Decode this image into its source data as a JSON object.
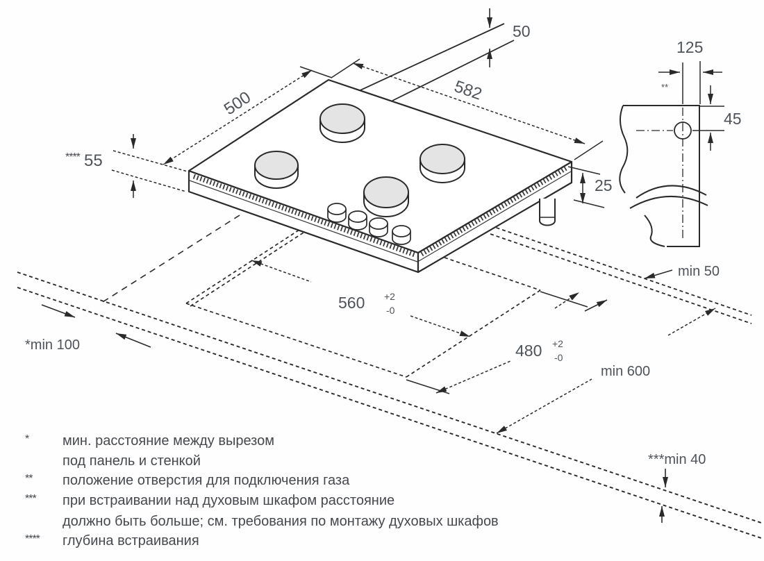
{
  "drawing": {
    "line_color": "#2a2a2c",
    "burner_fill": "#e4e4e5",
    "dims": {
      "rear_gap": "50",
      "hob_depth": "500",
      "hob_width": "582",
      "install_depth_marker": "****",
      "install_depth": "55",
      "front_height": "25",
      "cutout_width": "560",
      "cutout_depth": "480",
      "tol_plus": "+2",
      "tol_minus": "-0",
      "side_wall_gap": "*min 100",
      "rear_wall_gap": "min 50",
      "worktop_depth": "min 600",
      "worktop_thickness": "***min 40",
      "hole_from_edge": "125",
      "hole_from_top": "45",
      "hole_marker": "**"
    },
    "footnotes": [
      {
        "marker": "*",
        "line1": "мин. расстояние между вырезом",
        "line2": "под панель и стенкой"
      },
      {
        "marker": "**",
        "line1": "положение отверстия для подключения газа"
      },
      {
        "marker": "***",
        "line1": "при встраивании над духовым шкафом расстояние",
        "line2": "должно быть больше; см. требования по монтажу духовых шкафов"
      },
      {
        "marker": "****",
        "line1": "глубина встраивания"
      }
    ]
  }
}
